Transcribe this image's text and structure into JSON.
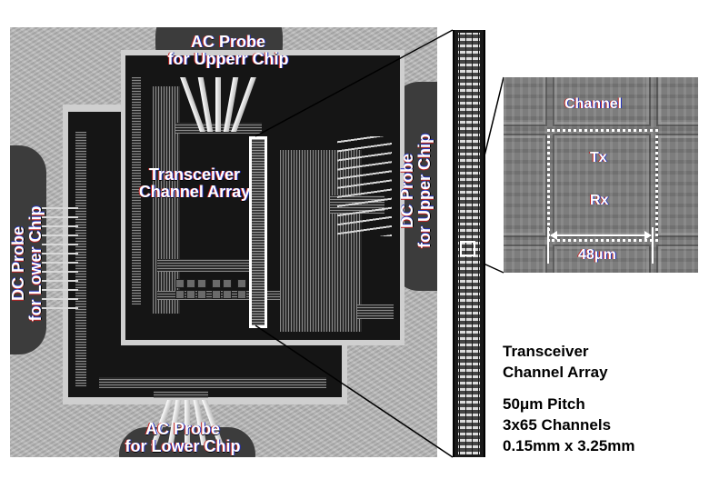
{
  "photo": {
    "labels": {
      "ac_probe_upper": [
        "AC Probe",
        "for Upperr Chip"
      ],
      "ac_probe_lower": [
        "AC Probe",
        "for Lower Chip"
      ],
      "dc_probe_upper": [
        "DC Probe",
        "for Upper Chip"
      ],
      "dc_probe_lower": [
        "DC Probe",
        "for Lower Chip"
      ],
      "transceiver_array": [
        "Transceiver",
        "Channel Array"
      ]
    }
  },
  "inset": {
    "channel_label": "Channel",
    "tx_label": "Tx",
    "rx_label": "Rx",
    "dimension_label": "48μm"
  },
  "caption": {
    "title": [
      "Transceiver",
      "Channel Array"
    ],
    "specs": [
      "50μm Pitch",
      "3x65 Channels",
      "0.15mm x 3.25mm"
    ]
  },
  "colors": {
    "annotation_white": "#ffffff",
    "leader_line": "#000000",
    "caption_text": "#000000"
  }
}
